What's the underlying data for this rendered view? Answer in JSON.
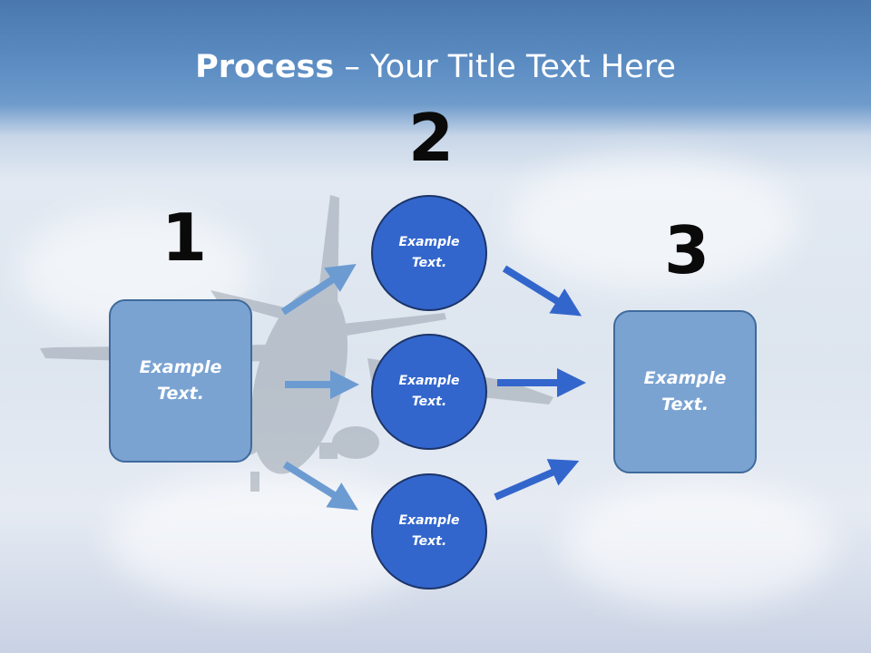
{
  "title": {
    "bold": "Process",
    "rest": " – Your Title Text Here"
  },
  "steps": [
    {
      "number": "1",
      "box_text": "Example Text."
    },
    {
      "number": "2",
      "circles": [
        "Example Text.",
        "Example Text.",
        "Example Text."
      ]
    },
    {
      "number": "3",
      "box_text": "Example Text."
    }
  ],
  "colors": {
    "box_fill": "#7aa3d2",
    "circle_fill": "#3366cc",
    "arrow_light": "#6c9bd2",
    "arrow_dark": "#3366cc"
  }
}
